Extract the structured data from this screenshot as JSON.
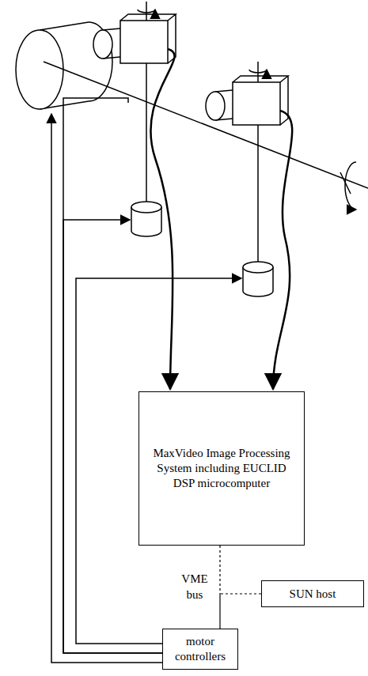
{
  "diagram": {
    "nodes": [
      {
        "text": [
          "MaxVideo Image Processing System including EUCLID DSP microcomputer"
        ]
      },
      {
        "text": [
          "SUN host"
        ]
      },
      {
        "text": [
          "motor controllers"
        ]
      }
    ],
    "edges": [
      {
        "from": 0,
        "to": 2,
        "arrow": "none",
        "label": "VME bus"
      },
      {
        "from": 1,
        "to": 2,
        "arrow": "none"
      }
    ]
  }
}
